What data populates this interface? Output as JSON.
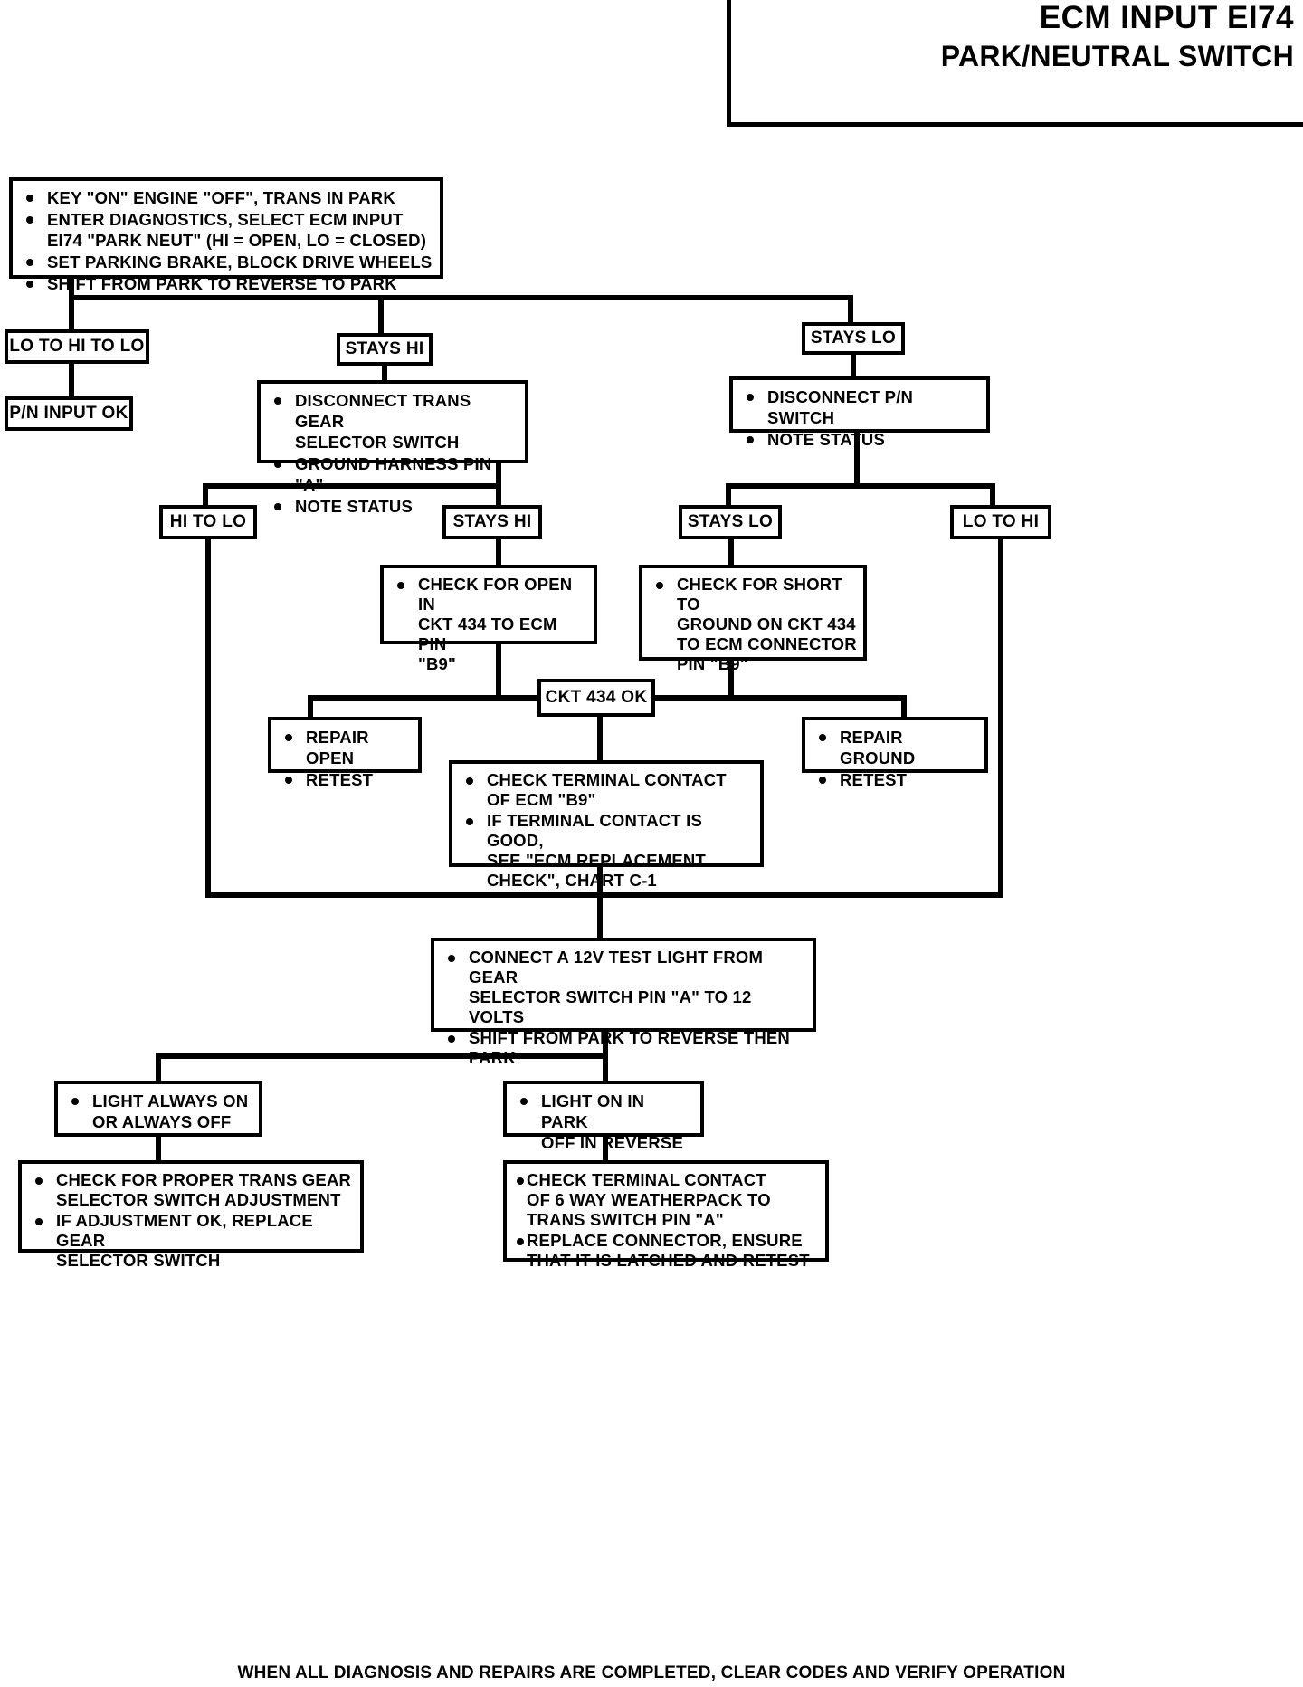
{
  "title": {
    "main": "ECM INPUT EI74",
    "sub": "PARK/NEUTRAL SWITCH"
  },
  "footer": {
    "note": "WHEN ALL DIAGNOSIS AND REPAIRS ARE COMPLETED, CLEAR CODES AND VERIFY OPERATION"
  },
  "nodes": {
    "start": {
      "items": [
        "KEY \"ON\" ENGINE \"OFF\", TRANS  IN PARK",
        "ENTER DIAGNOSTICS, SELECT ECM INPUT\nEI74 \"PARK NEUT\"  (HI = OPEN, LO  = CLOSED)",
        "SET PARKING BRAKE, BLOCK DRIVE WHEELS",
        "SHIFT FROM PARK TO REVERSE TO PARK"
      ]
    },
    "branch_lo_hi_lo": {
      "label": "LO TO HI TO LO"
    },
    "branch_stays_hi_1": {
      "label": "STAYS HI"
    },
    "branch_stays_lo_1": {
      "label": "STAYS LO"
    },
    "pn_input_ok": {
      "label": "P/N INPUT OK"
    },
    "disconnect_trans": {
      "items": [
        "DISCONNECT TRANS GEAR\nSELECTOR SWITCH",
        "GROUND HARNESS PIN \"A\"",
        "NOTE STATUS"
      ]
    },
    "disconnect_pn": {
      "items": [
        "DISCONNECT P/N SWITCH",
        "NOTE STATUS"
      ]
    },
    "branch_hi_to_lo": {
      "label": "HI TO LO"
    },
    "branch_stays_hi_2": {
      "label": "STAYS HI"
    },
    "branch_stays_lo_2": {
      "label": "STAYS LO"
    },
    "branch_lo_to_hi": {
      "label": "LO TO HI"
    },
    "check_open": {
      "items": [
        "CHECK FOR OPEN IN\nCKT 434 TO ECM PIN\n\"B9\""
      ]
    },
    "check_short": {
      "items": [
        "CHECK FOR SHORT TO\nGROUND ON CKT 434\nTO ECM CONNECTOR\nPIN \"B9\""
      ]
    },
    "ckt_434_ok": {
      "label": "CKT 434 OK"
    },
    "repair_open": {
      "items": [
        "REPAIR OPEN",
        "RETEST"
      ]
    },
    "repair_ground": {
      "items": [
        "REPAIR GROUND",
        "RETEST"
      ]
    },
    "check_terminal_ecm": {
      "items": [
        "CHECK TERMINAL CONTACT\nOF ECM  \"B9\"",
        "IF TERMINAL CONTACT IS GOOD,\nSEE \"ECM REPLACEMENT\nCHECK\", CHART C-1"
      ]
    },
    "test_light": {
      "items": [
        "CONNECT A 12V TEST LIGHT FROM GEAR\nSELECTOR SWITCH PIN \"A\" TO 12 VOLTS",
        "SHIFT FROM PARK TO REVERSE THEN\nPARK"
      ]
    },
    "light_always": {
      "items": [
        "LIGHT ALWAYS ON\nOR ALWAYS OFF"
      ]
    },
    "light_park_off_reverse": {
      "items": [
        "LIGHT ON IN PARK\nOFF IN REVERSE"
      ]
    },
    "check_adjustment": {
      "items": [
        "CHECK FOR PROPER TRANS GEAR\nSELECTOR SWITCH ADJUSTMENT",
        "IF ADJUSTMENT OK, REPLACE GEAR\nSELECTOR SWITCH"
      ]
    },
    "check_weatherpack": {
      "items": [
        "CHECK TERMINAL CONTACT\nOF 6 WAY WEATHERPACK TO\nTRANS SWITCH PIN \"A\"",
        "REPLACE CONNECTOR, ENSURE\nTHAT IT IS LATCHED AND RETEST"
      ]
    }
  },
  "colors": {
    "ink": "#000000",
    "paper": "#ffffff"
  }
}
